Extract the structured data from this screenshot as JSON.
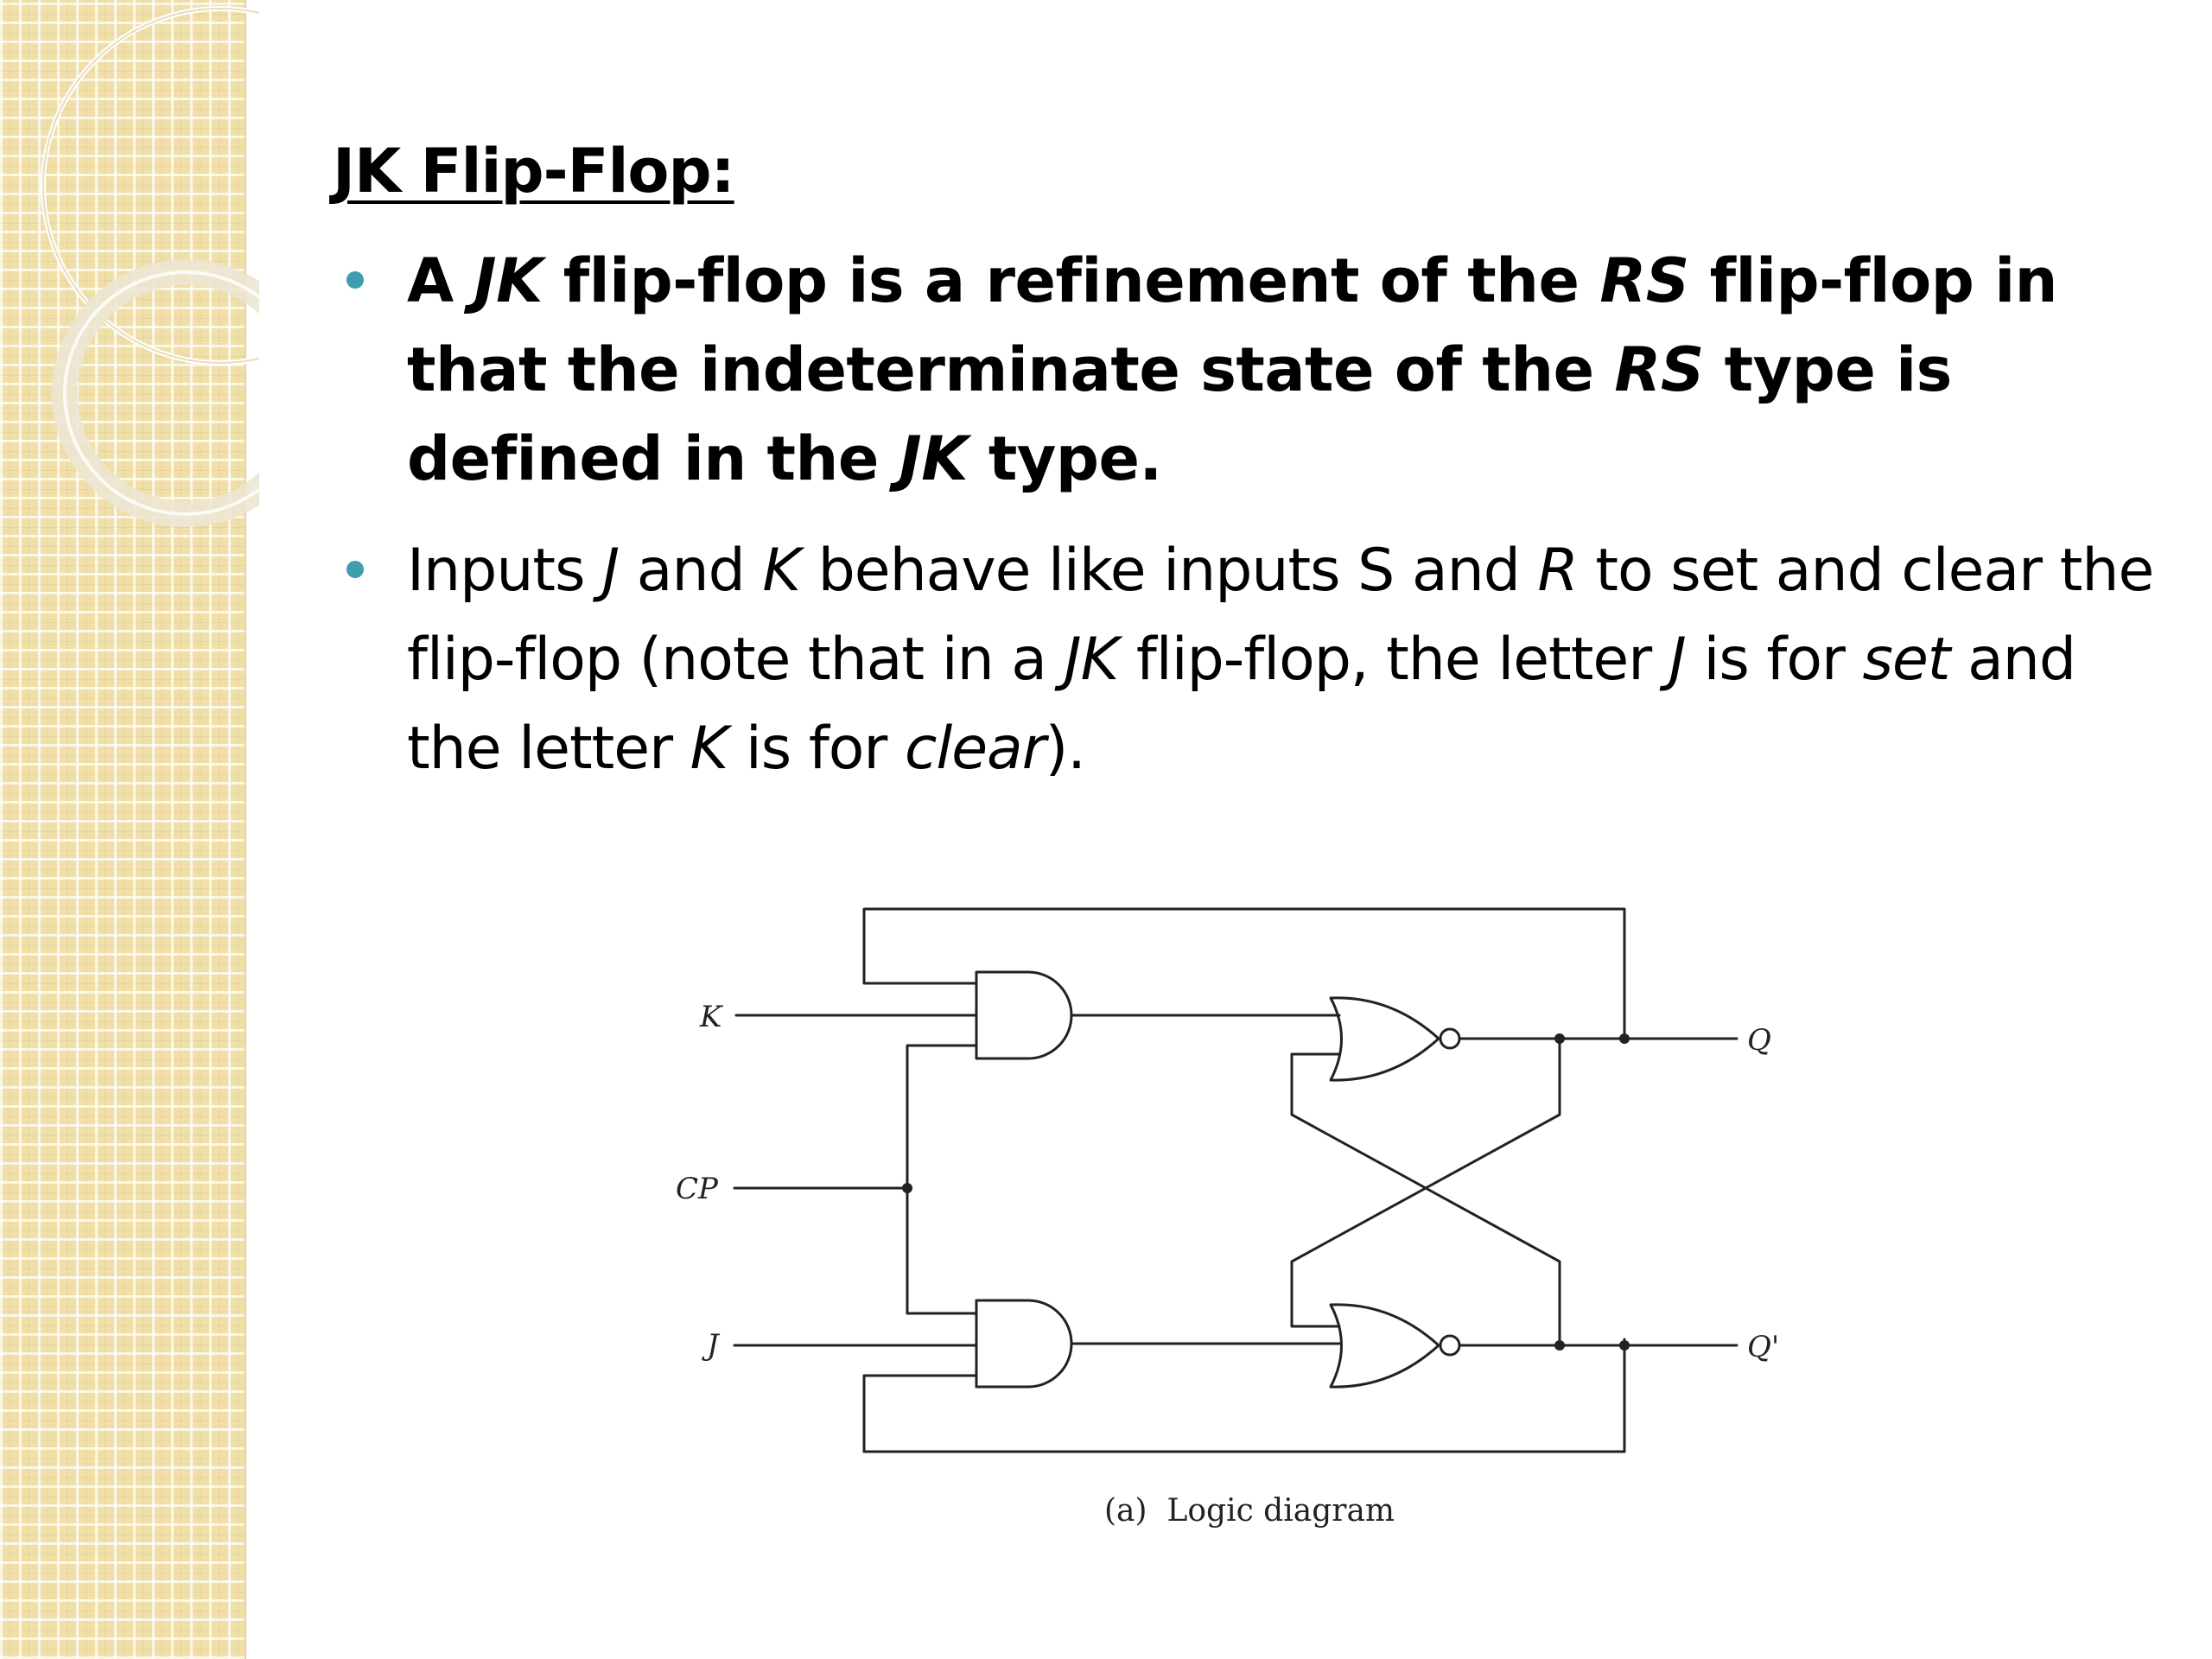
{
  "slide": {
    "title": "JK Flip-Flop:",
    "bullets": [
      {
        "runs": [
          {
            "text": "A ",
            "italic": false
          },
          {
            "text": "JK",
            "italic": true
          },
          {
            "text": " flip-flop is a refinement of the ",
            "italic": false
          },
          {
            "text": "RS",
            "italic": true
          },
          {
            "text": " flip-flop in that the indeterminate state of the ",
            "italic": false
          },
          {
            "text": "RS",
            "italic": true
          },
          {
            "text": " type is defined in the ",
            "italic": false
          },
          {
            "text": "JK",
            "italic": true
          },
          {
            "text": " type.",
            "italic": false
          }
        ]
      },
      {
        "runs": [
          {
            "text": "Inputs ",
            "italic": false
          },
          {
            "text": "J",
            "italic": true
          },
          {
            "text": " and ",
            "italic": false
          },
          {
            "text": "K",
            "italic": true
          },
          {
            "text": " behave like inputs S and ",
            "italic": false
          },
          {
            "text": "R",
            "italic": true
          },
          {
            "text": " to set and clear the flip-flop (note that in a ",
            "italic": false
          },
          {
            "text": "JK",
            "italic": true
          },
          {
            "text": " flip-flop, the letter ",
            "italic": false
          },
          {
            "text": "J",
            "italic": true
          },
          {
            "text": " is for ",
            "italic": false
          },
          {
            "text": "set",
            "italic": true
          },
          {
            "text": " and the letter ",
            "italic": false
          },
          {
            "text": "K",
            "italic": true
          },
          {
            "text": " is for ",
            "italic": false
          },
          {
            "text": "clear",
            "italic": true
          },
          {
            "text": ").",
            "italic": false
          }
        ]
      }
    ]
  },
  "diagram": {
    "labels": {
      "k": "K",
      "cp": "CP",
      "j": "J",
      "q": "Q",
      "q_prime": "Q'"
    },
    "caption": "(a)  Logic diagram"
  },
  "colors": {
    "bullet": "#3f9db0",
    "band": "#f0dfa8",
    "text": "#000000"
  }
}
